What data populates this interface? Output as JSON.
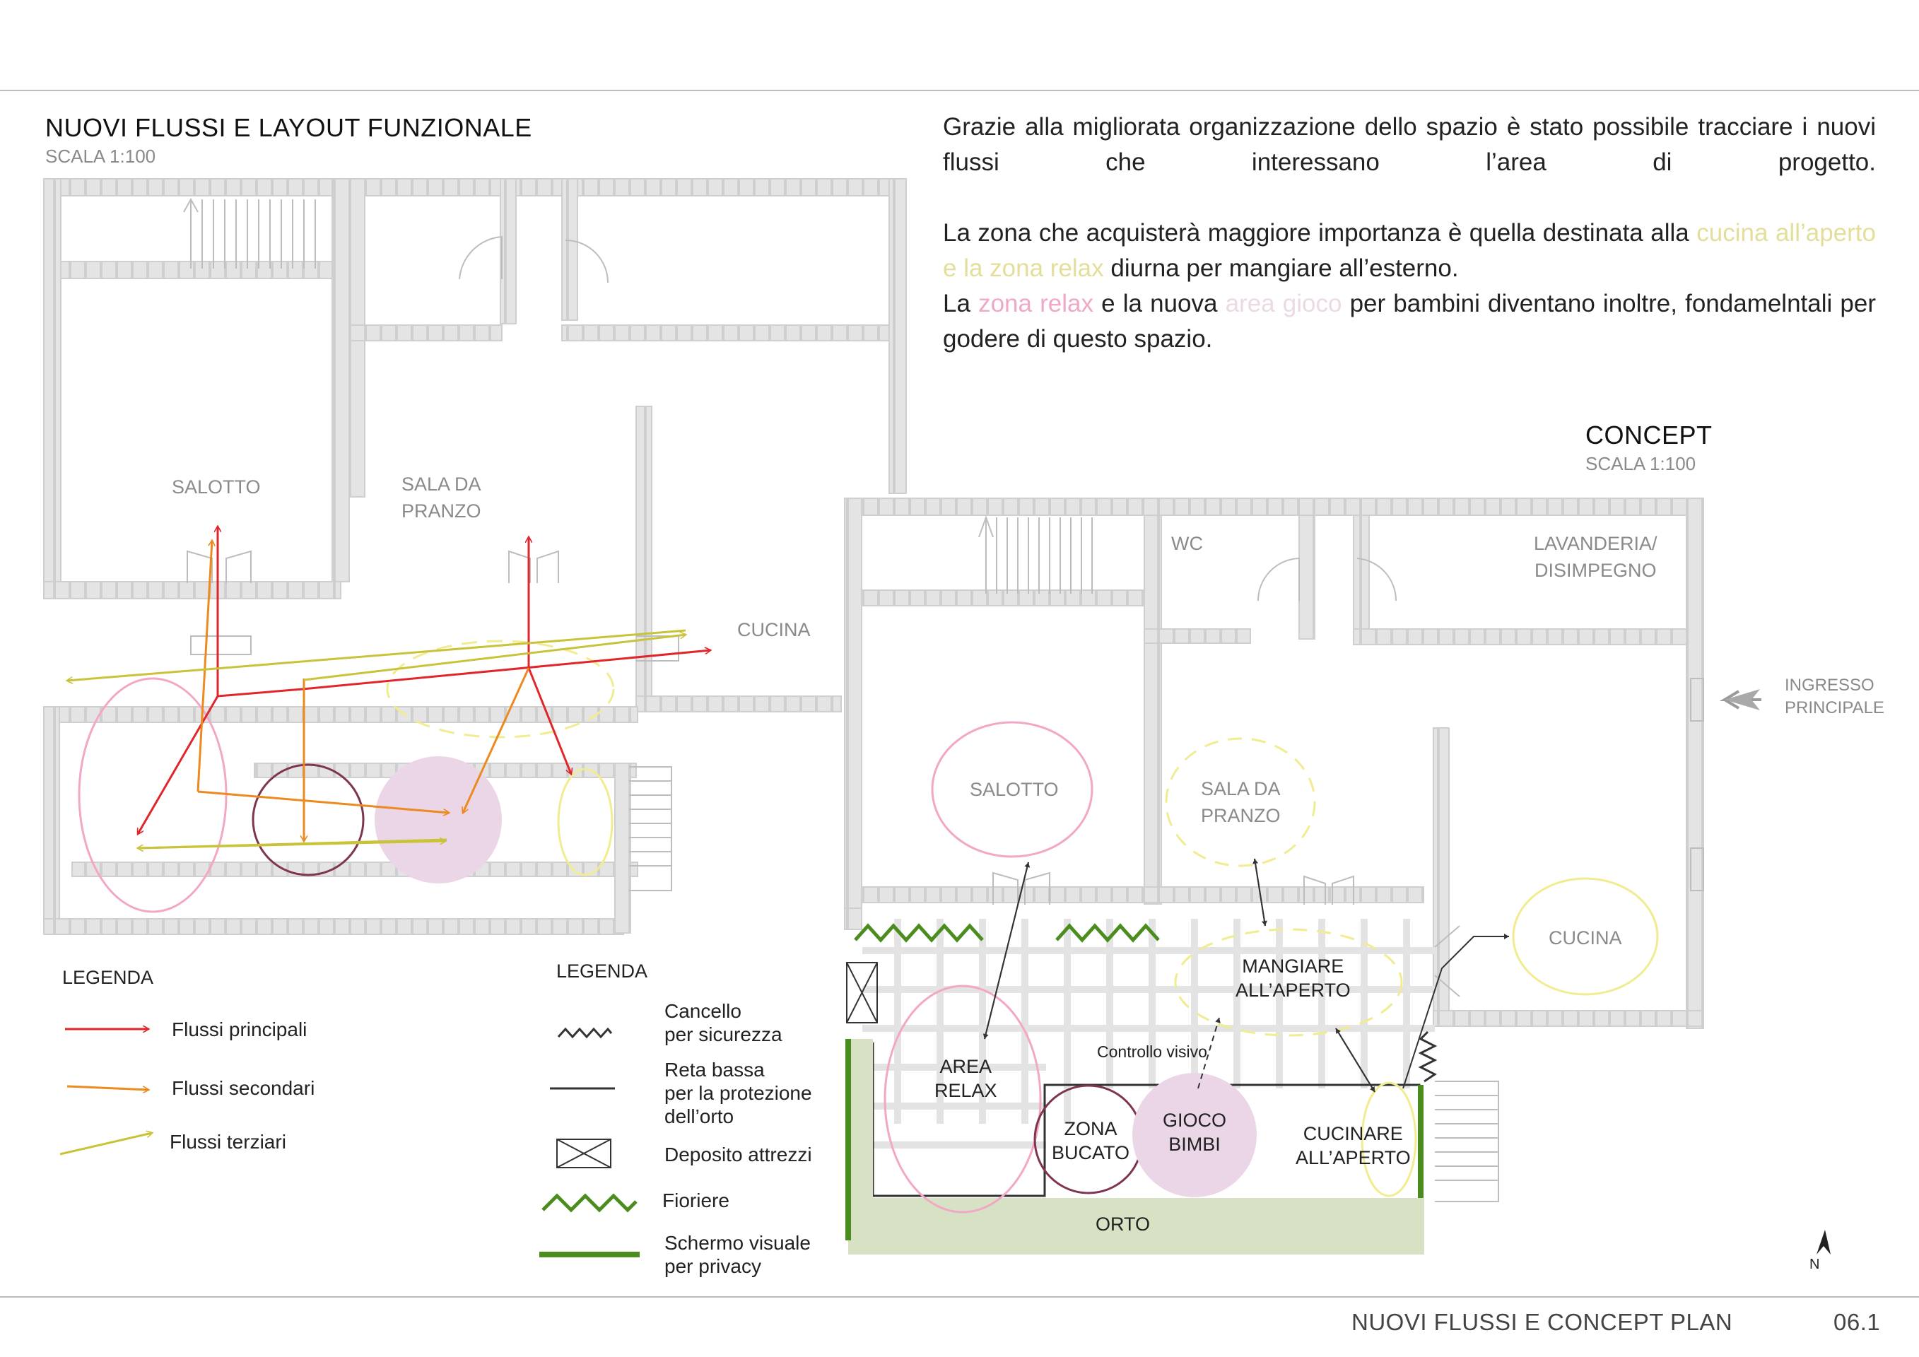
{
  "header": {
    "title_left": "NUOVI FLUSSI E LAYOUT FUNZIONALE",
    "scale_left": "SCALA 1:100",
    "title_right": "CONCEPT",
    "scale_right": "SCALA 1:100"
  },
  "description": {
    "p1": "Grazie alla migliorata organizzazione dello spazio è stato possibile tracciare i nuovi flussi che interessano l’area di progetto.",
    "p2_a": "La zona che acquisterà maggiore importanza è quella destinata alla ",
    "p2_hl": "cucina all’aperto e la zona relax",
    "p2_b": " diurna per mangiare all’esterno.",
    "p3_a": "La ",
    "p3_hl1": "zona relax",
    "p3_b": " e la nuova ",
    "p3_hl2": "area gioco",
    "p3_c": " per bambini diventano inoltre, fondamelntali per godere di questo spazio."
  },
  "plan_left": {
    "salotto": "SALOTTO",
    "sala_line1": "SALA DA",
    "sala_line2": "PRANZO",
    "cucina": "CUCINA"
  },
  "plan_right": {
    "wc": "WC",
    "lavanderia_line1": "LAVANDERIA/",
    "lavanderia_line2": "DISIMPEGNO",
    "ingresso_line1": "INGRESSO",
    "ingresso_line2": "PRINCIPALE",
    "salotto": "SALOTTO",
    "sala_line1": "SALA DA",
    "sala_line2": "PRANZO",
    "cucina": "CUCINA",
    "mangiare_line1": "MANGIARE",
    "mangiare_line2": "ALL’APERTO",
    "area_relax_line1": "AREA",
    "area_relax_line2": "RELAX",
    "controllo": "Controllo visivo",
    "zona_line1": "ZONA",
    "zona_line2": "BUCATO",
    "gioco_line1": "GIOCO",
    "gioco_line2": "BIMBI",
    "cucinare_line1": "CUCINARE",
    "cucinare_line2": "ALL’APERTO",
    "orto": "ORTO",
    "north": "N"
  },
  "legend_left": {
    "title": "LEGENDA",
    "items": [
      {
        "label": "Flussi principali",
        "color": "#e0262b"
      },
      {
        "label": "Flussi secondari",
        "color": "#ec8a1f"
      },
      {
        "label": "Flussi terziari",
        "color": "#c9c33a"
      }
    ]
  },
  "legend_right": {
    "title": "LEGENDA",
    "gate_line1": "Cancello",
    "gate_line2": "per sicurezza",
    "net_line1": "Reta bassa",
    "net_line2": "per la protezione",
    "net_line3": "dell’orto",
    "deposito": "Deposito attrezzi",
    "fioriere": "Fioriere",
    "schermo_line1": "Schermo visuale",
    "schermo_line2": "per privacy"
  },
  "colors": {
    "wall": "#d9d9d9",
    "zone_pink": "#f3a7c6",
    "zone_yellow": "#f0ec8f",
    "zone_purple": "#ead6e7",
    "zone_maroon": "#7e3550",
    "planter_green": "#4b8c1f",
    "orto_green": "#d7e2c5"
  },
  "footer": {
    "title": "NUOVI FLUSSI E CONCEPT PLAN",
    "page": "06.1"
  }
}
